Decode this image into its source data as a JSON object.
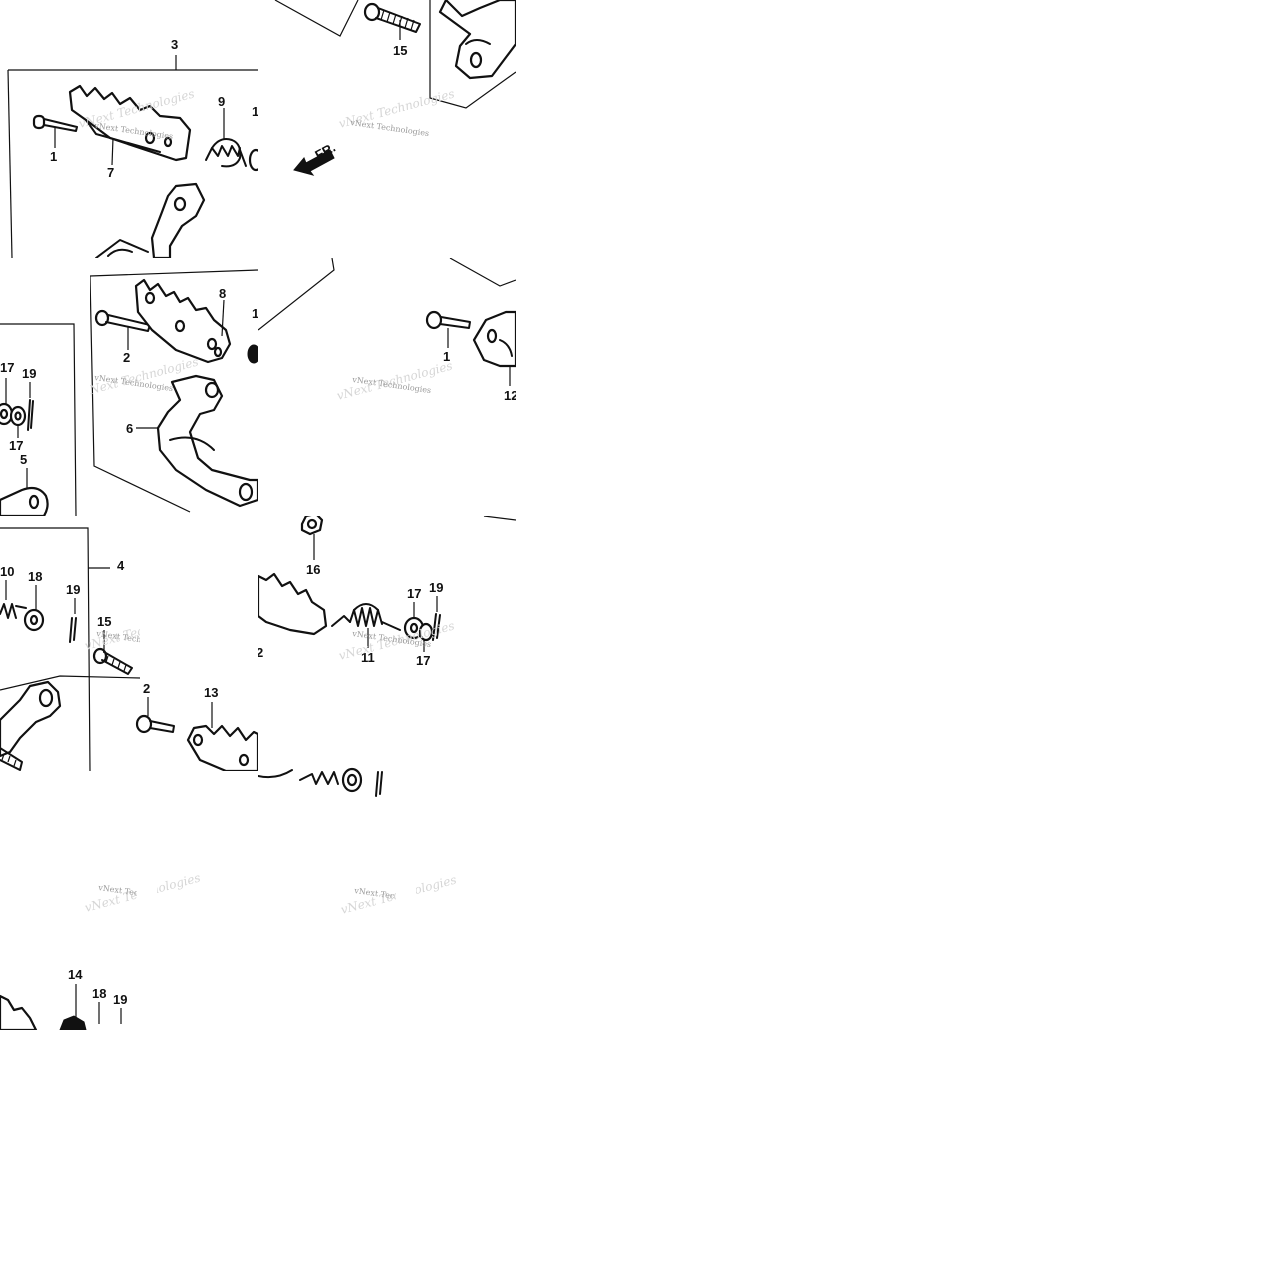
{
  "watermark_text": "vNext Technologies",
  "watermark_short": "vNext Tec",
  "front_arrow_label": "FR.",
  "callouts": {
    "t1_3": "3",
    "t1_1": "1",
    "t1_7": "7",
    "t1_9": "9",
    "t1_edge1": "1",
    "t2_15": "15",
    "t3_17a": "17",
    "t3_19": "19",
    "t3_17b": "17",
    "t3_5": "5",
    "t4_8": "8",
    "t4_2": "2",
    "t4_6": "6",
    "t4_edge1": "1",
    "t5_1": "1",
    "t5_edge12": "12",
    "t6_10": "10",
    "t6_18": "18",
    "t6_19": "19",
    "t6_4": "4",
    "t6_15": "15",
    "t7_2": "2",
    "t7_13": "13",
    "t8_16": "16",
    "t8_17a": "17",
    "t8_19": "19",
    "t8_11": "11",
    "t8_17b": "17",
    "t8_edge2": "2",
    "t9_14": "14",
    "t9_18": "18",
    "t9_19": "19"
  }
}
